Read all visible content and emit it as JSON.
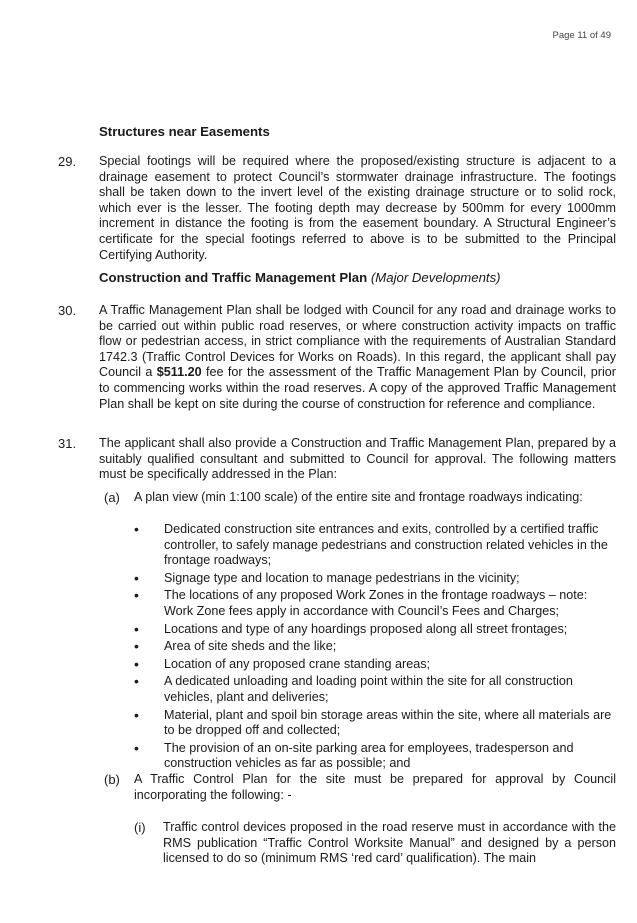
{
  "page_number": "Page 11 of 49",
  "section1": {
    "heading": "Structures near Easements",
    "items": [
      {
        "number": "29.",
        "text": "Special footings will be required where the proposed/existing structure is adjacent to a drainage easement to protect Council’s stormwater drainage infrastructure. The footings shall be taken down to the invert level of the existing drainage structure or to solid rock, which ever is the lesser. The footing depth may decrease by 500mm for every 1000mm increment in distance the footing is from the easement boundary. A Structural Engineer’s certificate for the special footings referred to above is to be submitted to the Principal Certifying Authority."
      }
    ]
  },
  "section2": {
    "heading": "Construction and Traffic Management Plan",
    "heading_note": "(Major Developments)",
    "item30": {
      "number": "30.",
      "text_before": "A Traffic Management Plan shall be lodged with Council for any road and drainage works to be carried out within public road reserves, or where construction activity impacts on traffic flow or pedestrian access, in strict compliance with the requirements of Australian Standard 1742.3 (Traffic Control Devices for Works on Roads). In this regard, the applicant shall pay Council a ",
      "fee": "$511.20",
      "text_after": " fee for the assessment of the Traffic Management Plan by Council, prior to commencing works within the road reserves. A copy of the approved Traffic Management Plan shall be kept on site during the course of construction for reference and compliance."
    },
    "item31": {
      "number": "31.",
      "text": "The applicant shall also provide a Construction and Traffic Management Plan, prepared by a suitably qualified consultant and submitted to Council for approval. The following matters must be specifically addressed in the Plan:",
      "sub_a": {
        "label": "(a)",
        "text": "A plan view (min 1:100 scale) of the entire site and frontage roadways indicating:",
        "bullets": [
          "Dedicated construction site entrances and exits, controlled by a certified traffic controller, to safely manage pedestrians and construction related vehicles in the frontage roadways;",
          "Signage type and location to manage pedestrians in the vicinity;",
          "The locations of any proposed Work Zones in the frontage roadways – note: Work Zone fees apply in accordance with Council’s Fees and Charges;",
          "Locations and type of any hoardings proposed along all street frontages;",
          "Area of site sheds and the like;",
          "Location of any proposed crane standing areas;",
          "A dedicated unloading and loading point within the site for all construction vehicles, plant and deliveries;",
          "Material, plant and spoil bin storage areas within the site, where all materials are to be dropped off and collected;",
          "The provision of an on-site parking area for employees, tradesperson and construction vehicles as far as possible; and"
        ]
      },
      "sub_b": {
        "label": "(b)",
        "text": "A Traffic Control Plan for the site must be prepared for approval by Council incorporating the following: -",
        "roman_i": {
          "label": "(i)",
          "text": "Traffic control devices proposed in the road reserve must in accordance with the RMS publication “Traffic Control Worksite Manual” and designed by a person licensed to do so (minimum RMS ‘red card’ qualification). The main"
        }
      }
    }
  }
}
